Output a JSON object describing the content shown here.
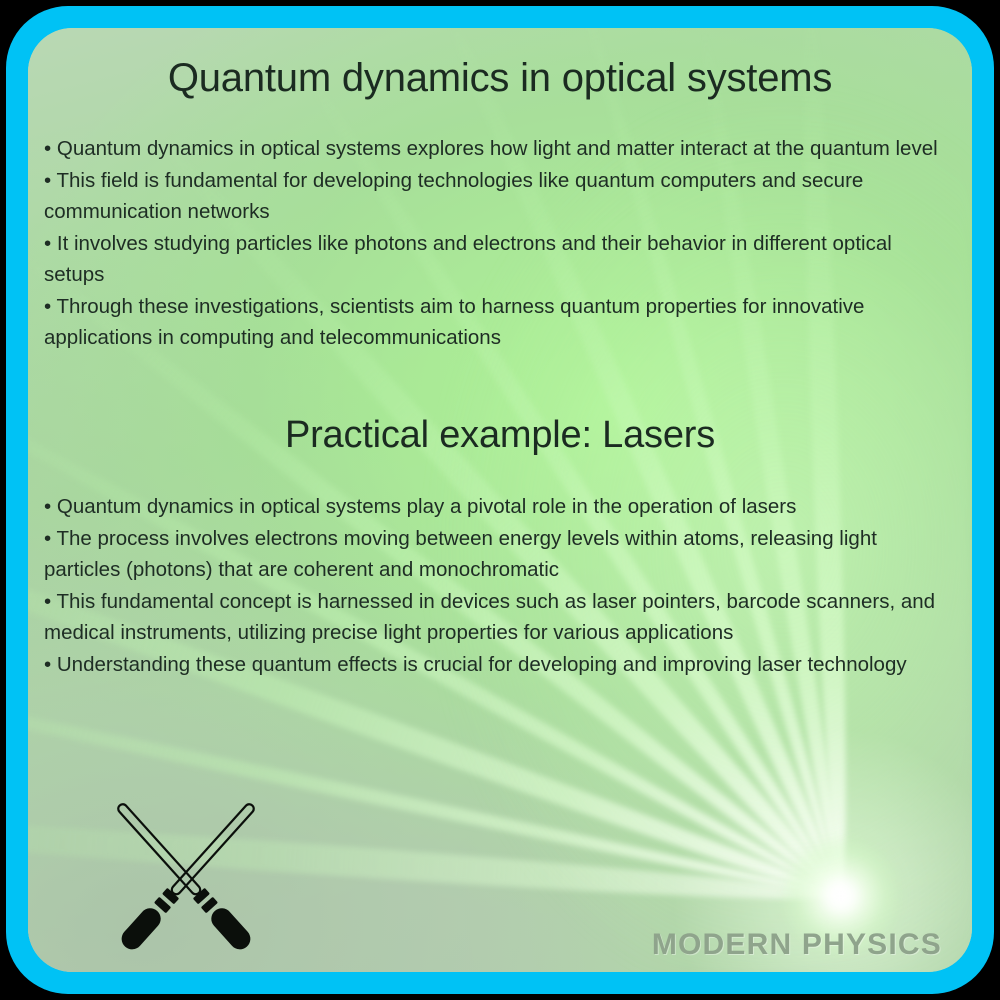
{
  "slide": {
    "title": "Quantum dynamics in optical systems",
    "section_title": "Practical example: Lasers",
    "brand": "MODERN PHYSICS",
    "bullets_top": [
      "• Quantum dynamics in optical systems explores how light and matter interact at the quantum level",
      "• This field is fundamental for developing technologies like quantum computers and secure communication networks",
      "• It involves studying particles like photons and electrons and their behavior in different optical setups",
      "• Through these investigations, scientists aim to harness quantum properties for innovative applications in computing and telecommunications"
    ],
    "bullets_bottom": [
      "• Quantum dynamics in optical systems play a pivotal role in the operation of lasers",
      "• The process involves electrons moving between energy levels within atoms, releasing light particles (photons) that are coherent and monochromatic",
      "• This fundamental concept is harnessed in devices such as laser pointers, barcode scanners, and medical instruments, utilizing precise light properties for various applications",
      "• Understanding these quantum effects is crucial for developing and improving laser technology"
    ],
    "icons": {
      "crossed_lightsabers": "crossed-lightsabers-icon"
    },
    "colors": {
      "border": "#00c2f5",
      "outside": "#000000",
      "text": "#1e2d24",
      "title": "#1b2b21",
      "brand": "#8fa48c",
      "background_green": "#aed9a6",
      "background_sage": "#b3cdb0",
      "beam_light": "#ffffff"
    }
  }
}
